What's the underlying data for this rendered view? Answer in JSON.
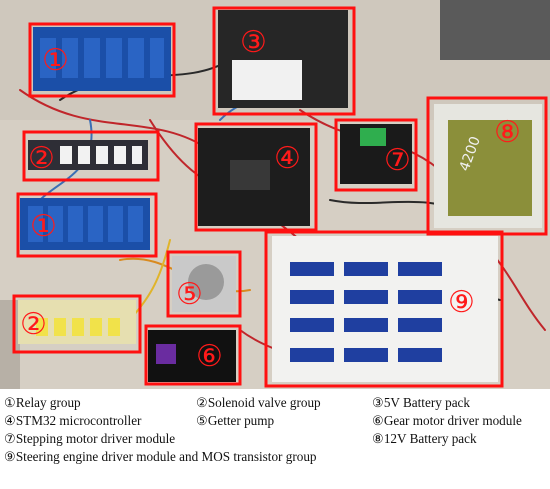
{
  "photo": {
    "box_labels": [
      "①",
      "②",
      "③",
      "④",
      "⑤",
      "⑥",
      "⑦",
      "⑧",
      "⑨"
    ],
    "battery_text": "4200",
    "colors": {
      "annotation": "#ff1010",
      "board_blue": "#1b4fa8",
      "board_dark": "#1d1d1d"
    }
  },
  "legend": {
    "items": [
      "①Relay group",
      "②Solenoid valve group",
      "③5V Battery pack",
      "④STM32 microcontroller",
      "⑤Getter pump",
      "⑥Gear motor driver module",
      "⑦Stepping motor driver module",
      "⑧12V Battery pack",
      "⑨Steering engine driver module and MOS transistor group"
    ]
  }
}
